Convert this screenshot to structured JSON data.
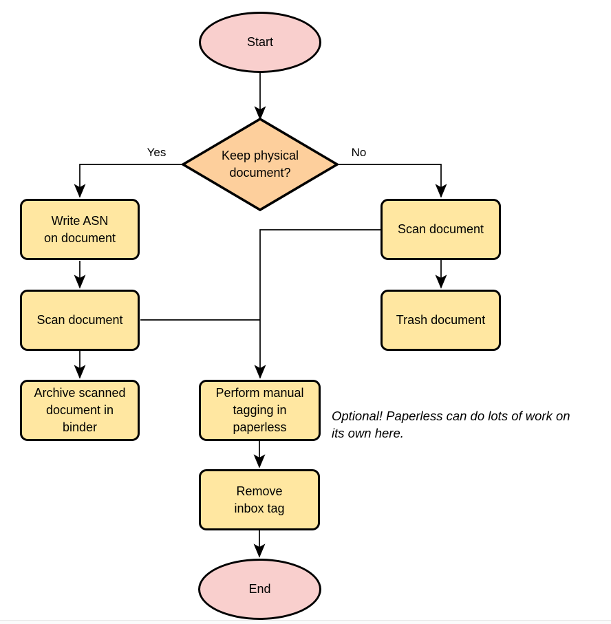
{
  "colors": {
    "terminator_fill": "#f9cfcd",
    "process_fill": "#ffe7a1",
    "decision_fill": "#fdcf9c",
    "stroke": "#000000",
    "canvas_bg": "#ffffff",
    "bottom_edge_line": "#e3e3e3"
  },
  "nodes": {
    "start": {
      "shape": "ellipse",
      "lines": [
        "Start"
      ]
    },
    "decision": {
      "shape": "diamond",
      "lines": [
        "Keep physical",
        "document?"
      ]
    },
    "write_asn": {
      "shape": "process",
      "lines": [
        "Write ASN",
        "on document"
      ]
    },
    "scan_left": {
      "shape": "process",
      "lines": [
        "Scan document"
      ]
    },
    "archive": {
      "shape": "process",
      "lines": [
        "Archive scanned",
        "document in",
        "binder"
      ]
    },
    "scan_right": {
      "shape": "process",
      "lines": [
        "Scan document"
      ]
    },
    "trash": {
      "shape": "process",
      "lines": [
        "Trash document"
      ]
    },
    "tagging": {
      "shape": "process",
      "lines": [
        "Perform manual",
        "tagging in",
        "paperless"
      ]
    },
    "remove_inbox": {
      "shape": "process",
      "lines": [
        "Remove",
        "inbox tag"
      ]
    },
    "end": {
      "shape": "ellipse",
      "lines": [
        "End"
      ]
    }
  },
  "edge_labels": {
    "yes": "Yes",
    "no": "No"
  },
  "edges": [
    {
      "from": "start",
      "to": "decision",
      "label": ""
    },
    {
      "from": "decision",
      "to": "write_asn",
      "label": "Yes"
    },
    {
      "from": "decision",
      "to": "scan_right",
      "label": "No"
    },
    {
      "from": "write_asn",
      "to": "scan_left",
      "label": ""
    },
    {
      "from": "scan_left",
      "to": "archive",
      "label": ""
    },
    {
      "from": "scan_left",
      "to": "tagging",
      "label": ""
    },
    {
      "from": "scan_right",
      "to": "trash",
      "label": ""
    },
    {
      "from": "scan_right",
      "to": "tagging",
      "label": ""
    },
    {
      "from": "tagging",
      "to": "remove_inbox",
      "label": ""
    },
    {
      "from": "remove_inbox",
      "to": "end",
      "label": ""
    }
  ],
  "annotation": {
    "lines": [
      "Optional! Paperless can do lots of work on",
      "its own here."
    ]
  }
}
